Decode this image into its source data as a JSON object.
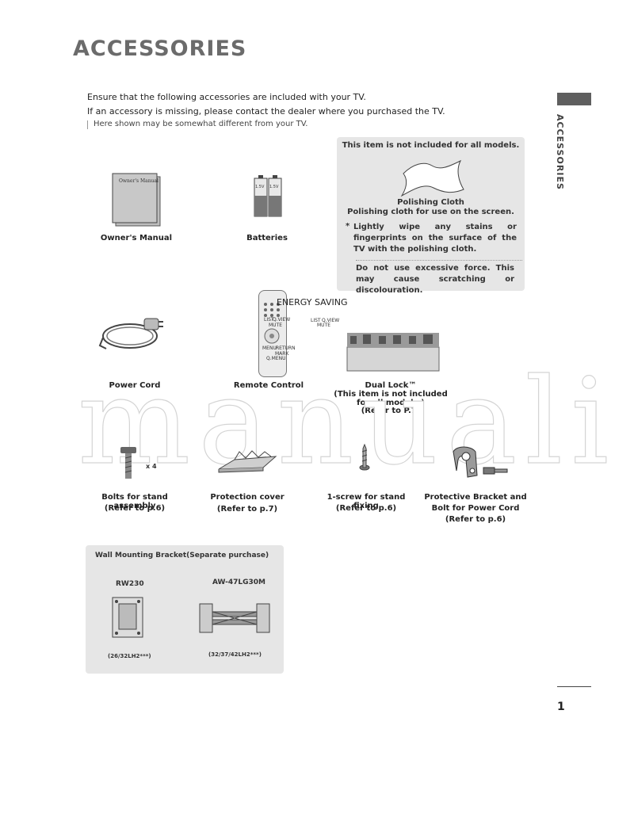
{
  "page": {
    "title": "ACCESSORIES",
    "side_label": "ACCESSORIES",
    "page_number": "1"
  },
  "intro": {
    "line1": "Ensure that the following accessories are included with your TV.",
    "line2": "If an accessory is missing, please contact the dealer where you purchased the TV.",
    "line3": "Here shown may be somewhat different from your TV."
  },
  "polishing_box": {
    "header": "This item is not included for all models.",
    "item_title": "Polishing Cloth",
    "item_desc": "Polishing cloth for use on the screen.",
    "bullet_marker": "*",
    "bullet": "Lightly wipe any stains or fingerprints on the surface of the TV with the polishing cloth.",
    "warning": "Do not use excessive force. This may cause scratching or discolouration."
  },
  "items": {
    "owners_manual": "Owner's Manual",
    "owners_manual_cover": "Owner's Manual",
    "batteries": "Batteries",
    "battery_label": "1.5V",
    "power_cord": "Power Cord",
    "remote_control": "Remote Control",
    "dual_lock": "Dual Lock™",
    "dual_lock_note_1": "(This item is not included",
    "dual_lock_note_2": "for all models.)",
    "dual_lock_ref": "(Refer to P.7)",
    "bolts": "Bolts for stand assembly",
    "bolts_ref": "(Refer to p.6)",
    "bolts_qty": "x 4",
    "protection_cover": "Protection cover",
    "protection_cover_ref": "(Refer to p.7)",
    "screw": "1-screw for stand fixing",
    "screw_ref": "(Refer to p.6)",
    "bracket": "Protective Bracket and",
    "bracket_2": "Bolt for Power Cord",
    "bracket_ref": "(Refer to p.6)"
  },
  "remote": {
    "energy_saving": "ENERGY SAVING",
    "list": "LIST",
    "qview": "Q.VIEW",
    "mute": "MUTE",
    "menu": "MENU",
    "return": "RETURN",
    "mark": "MARK",
    "qmenu": "Q.MENU"
  },
  "wall_mount": {
    "title": "Wall Mounting Bracket(Separate purchase)",
    "model1": "RW230",
    "model1_sizes": "(26/32LH2***)",
    "model2": "AW-47LG30M",
    "model2_sizes": "(32/37/42LH2***)"
  },
  "watermark": "manuali"
}
